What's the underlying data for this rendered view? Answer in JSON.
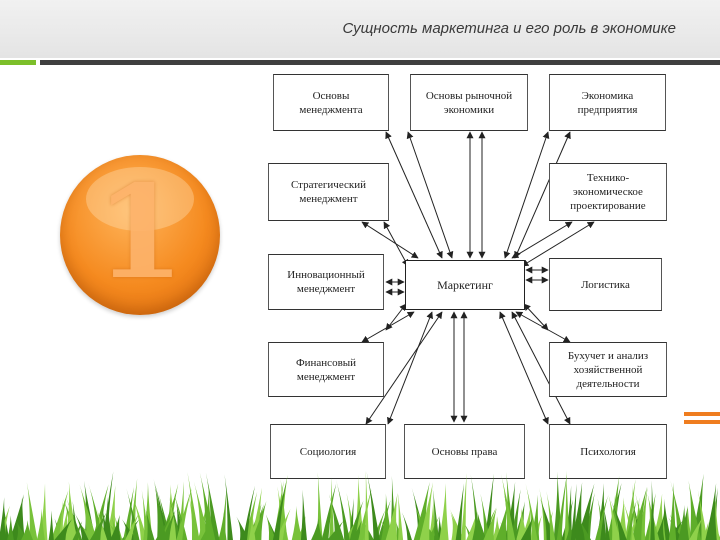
{
  "slide": {
    "title": "Сущность маркетинга и его роль в экономике",
    "badge_number": "1"
  },
  "diagram": {
    "center": "Маркетинг",
    "nodes": [
      {
        "id": "management",
        "label": "Основы\nменеджмента"
      },
      {
        "id": "market-economy",
        "label": "Основы рыночной\nэкономики"
      },
      {
        "id": "enterprise-economics",
        "label": "Экономика\nпредприятия"
      },
      {
        "id": "strategic-management",
        "label": "Стратегический\nменеджмент"
      },
      {
        "id": "technical-design",
        "label": "Технико-\nэкономическое\nпроектирование"
      },
      {
        "id": "innovation-management",
        "label": "Инновационный\nменеджмент"
      },
      {
        "id": "logistics",
        "label": "Логистика"
      },
      {
        "id": "financial-management",
        "label": "Финансовый\nменеджмент"
      },
      {
        "id": "accounting",
        "label": "Бухучет и анализ\nхозяйственной\nдеятельности"
      },
      {
        "id": "sociology",
        "label": "Социология"
      },
      {
        "id": "law",
        "label": "Основы права"
      },
      {
        "id": "psychology",
        "label": "Психология"
      }
    ]
  },
  "colors": {
    "accent_green": "#7cbf2a",
    "accent_dark": "#3f3f3f",
    "accent_orange": "#ef7d1f",
    "badge_orange": "#f58a1f",
    "grass_green": "#5fae2a"
  }
}
